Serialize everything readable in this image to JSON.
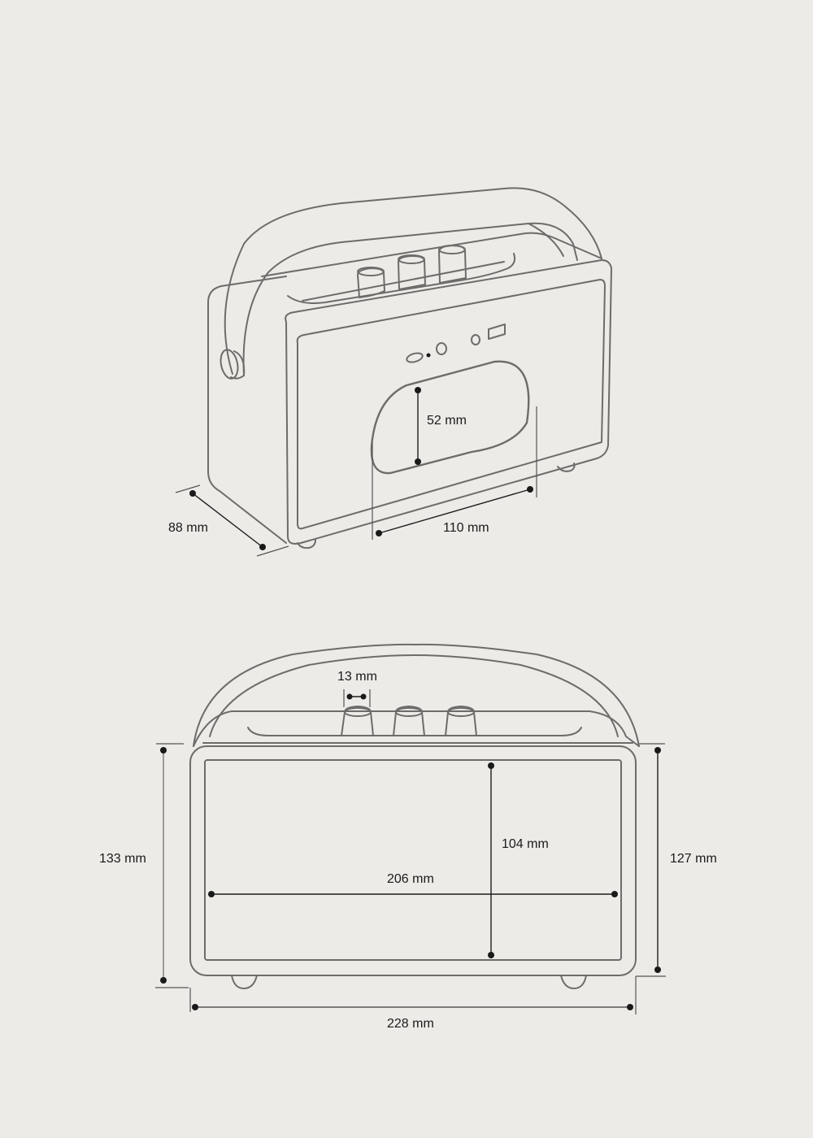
{
  "diagram": {
    "subject": "portable speaker dimension drawing",
    "views": [
      {
        "name": "perspective-view",
        "dimensions": {
          "depth": "88 mm",
          "speaker_grille_width": "110 mm",
          "speaker_grille_height": "52 mm"
        }
      },
      {
        "name": "front-view",
        "dimensions": {
          "knob_diameter": "13 mm",
          "total_height": "133 mm",
          "body_height": "127 mm",
          "grille_panel_height": "104 mm",
          "grille_panel_width": "206 mm",
          "total_width": "228 mm"
        }
      }
    ],
    "colors": {
      "background": "#ecebe8",
      "outline": "#6e6c6a",
      "dimension_line": "#1e1e1e"
    }
  },
  "labels": {
    "depth": "88 mm",
    "grille_width": "110 mm",
    "grille_height": "52 mm",
    "knob": "13 mm",
    "total_height": "133 mm",
    "body_height": "127 mm",
    "panel_height": "104 mm",
    "panel_width": "206 mm",
    "total_width": "228 mm"
  }
}
